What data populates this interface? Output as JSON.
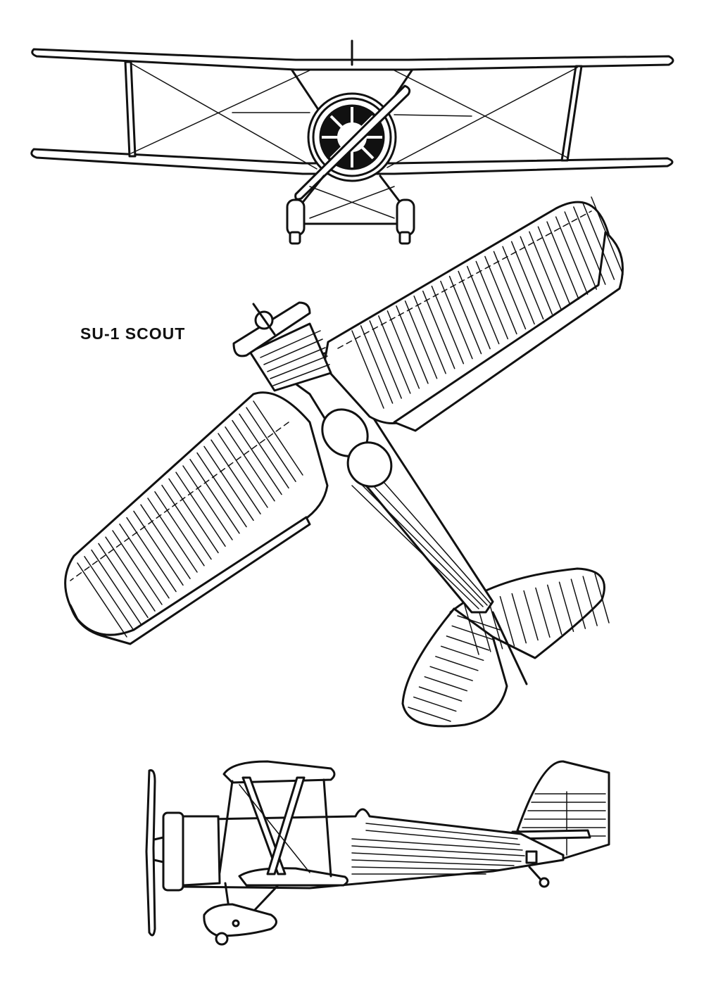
{
  "drawing": {
    "label": "SU-1 SCOUT",
    "views": [
      "front-view",
      "plan-view",
      "side-view"
    ],
    "ink_color": "#111111",
    "background_color": "#ffffff"
  }
}
